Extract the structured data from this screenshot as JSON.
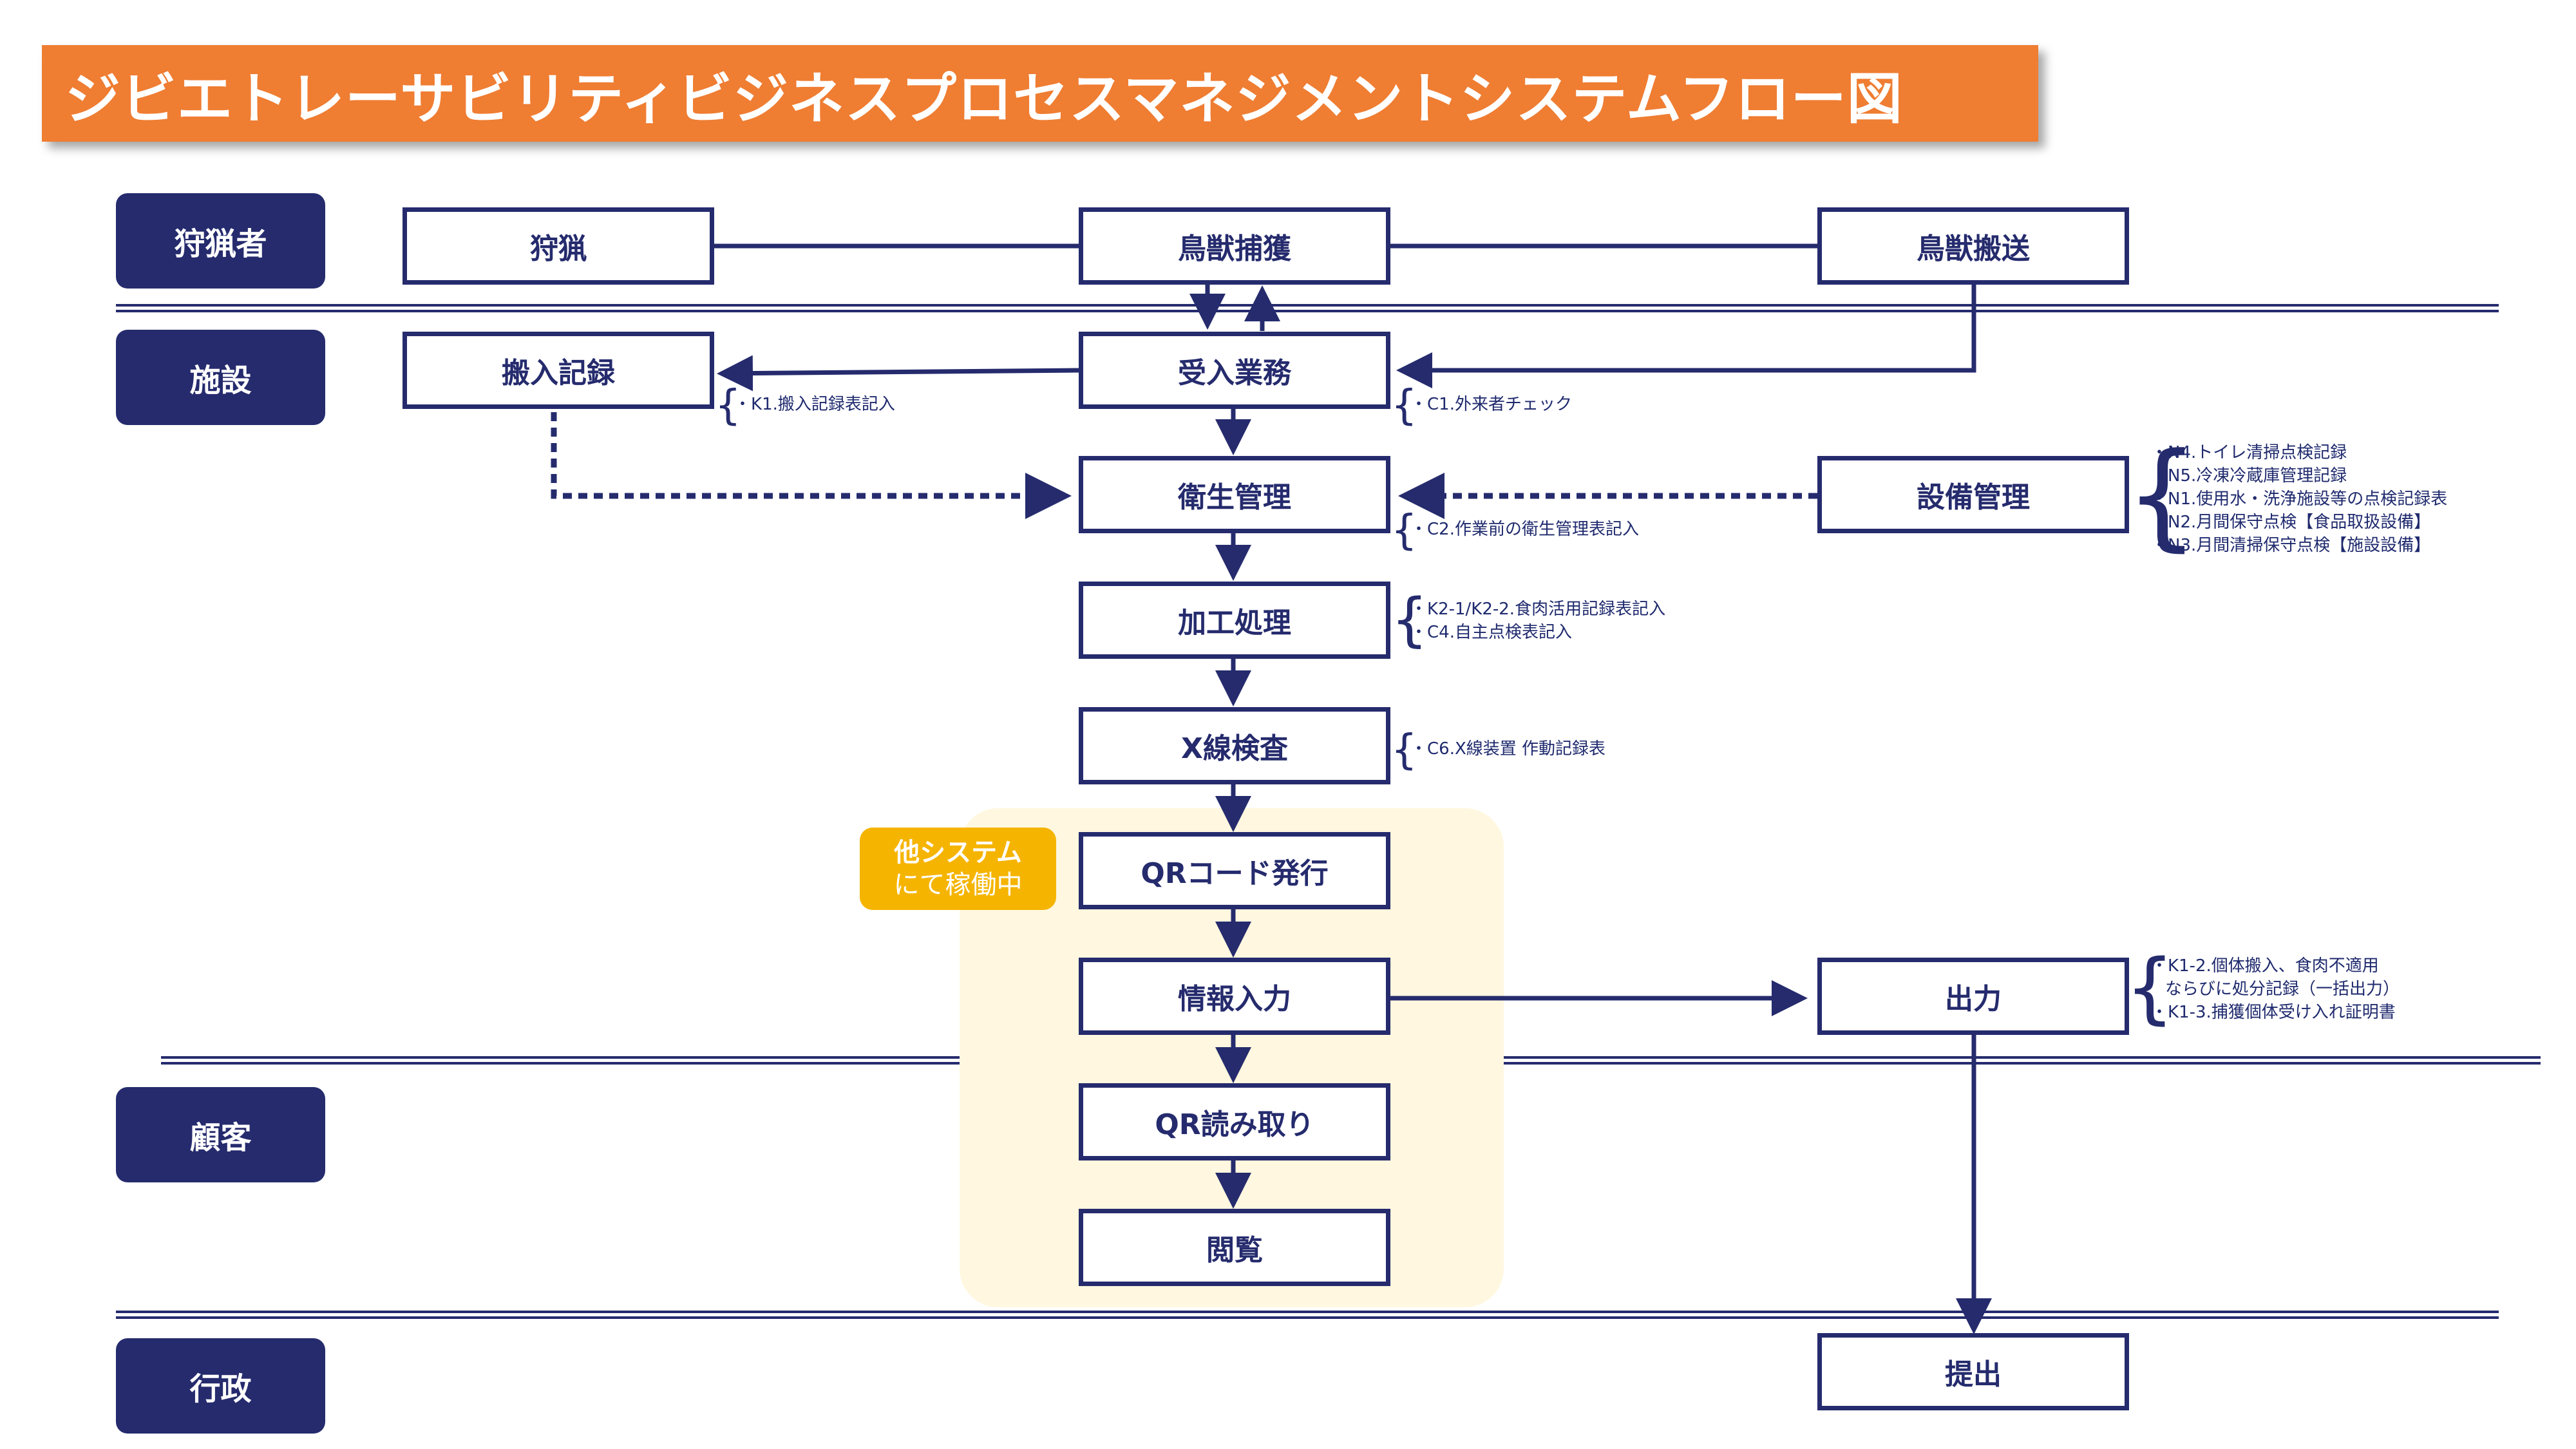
{
  "title": "ジビエトレーサビリティビジネスプロセスマネジメントシステムフロー図",
  "lanes": [
    "狩猟者",
    "施設",
    "顧客",
    "行政"
  ],
  "nodes": {
    "hunting": "狩猟",
    "capture": "鳥獣捕獲",
    "transport": "鳥獣搬送",
    "intake_record": "搬入記録",
    "reception": "受入業務",
    "hygiene": "衛生管理",
    "equipment": "設備管理",
    "processing": "加工処理",
    "xray": "X線検査",
    "qr_issue": "QRコード発行",
    "info_input": "情報入力",
    "output": "出力",
    "qr_read": "QR読み取り",
    "view": "閲覧",
    "submit": "提出"
  },
  "badge": {
    "line1": "他システム",
    "line2": "にて稼働中"
  },
  "notes": {
    "intake": [
      "K1.搬入記録表記入"
    ],
    "reception": [
      "C1.外来者チェック"
    ],
    "hygiene": [
      "C2.作業前の衛生管理表記入"
    ],
    "equipment": [
      "N4.トイレ清掃点検記録",
      "N5.冷凍冷蔵庫管理記録",
      "N1.使用水・洗浄施設等の点検記録表",
      "N2.月間保守点検【食品取扱設備】",
      "N3.月間清掃保守点検【施設設備】"
    ],
    "processing": [
      "K2-1/K2-2.食肉活用記録表記入",
      "C4.自主点検表記入"
    ],
    "xray": [
      "C6.X線装置 作動記録表"
    ],
    "output": [
      "K1-2.個体搬入、食肉不適用",
      "ならびに処分記録（一括出力）",
      "K1-3.捕獲個体受け入れ証明書"
    ]
  },
  "colors": {
    "navy": "#252b6d",
    "orange": "#ef7d32",
    "yellow": "#f5b400",
    "cream": "#fff7df"
  }
}
